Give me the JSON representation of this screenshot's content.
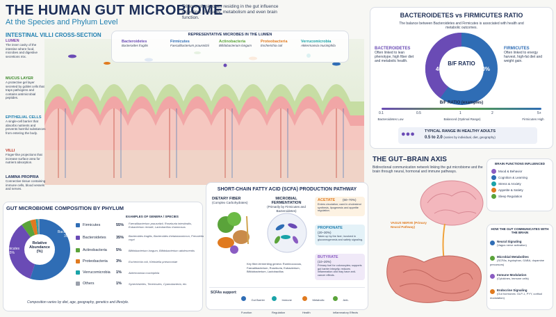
{
  "header": {
    "title": "THE HUMAN GUT MICROBIOME",
    "subtitle": "At the Species and Phylum Level",
    "intro": "Trillions of microbes residing in the gut influence digestion, immunity, metabolism and even brain function."
  },
  "villi": {
    "title": "INTESTINAL VILLI CROSS-SECTION",
    "labels": [
      {
        "name": "LUMEN",
        "desc": "The inner cavity of the intestine where food, microbes and digestive secretions mix."
      },
      {
        "name": "MUCUS LAYER",
        "desc": "A protective gel layer secreted by goblet cells that traps pathogens and contains antimicrobial peptides."
      },
      {
        "name": "EPITHELIAL CELLS",
        "desc": "A single-cell barrier that absorbs nutrients and prevents harmful substances from entering the body."
      },
      {
        "name": "VILLI",
        "desc": "Finger-like projections that increase surface area for nutrient absorption."
      },
      {
        "name": "LAMINA PROPRIA",
        "desc": "Connective tissue containing immune cells, blood vessels and nerves."
      }
    ]
  },
  "microbes": {
    "title": "REPRESENTATIVE MICROBES IN THE LUMEN",
    "items": [
      {
        "phylum": "Bacteroidetes",
        "species": "Bacteroides fragilis",
        "color": "#6a4bb5"
      },
      {
        "phylum": "Firmicutes",
        "species": "Faecalibacterium prausnitzii",
        "color": "#2f6db5"
      },
      {
        "phylum": "Actinobacteria",
        "species": "Bifidobacterium longum",
        "color": "#5aa33a"
      },
      {
        "phylum": "Proteobacteria",
        "species": "Escherichia coli",
        "color": "#e07a1f"
      },
      {
        "phylum": "Verrucomicrobia",
        "species": "Akkermansia muciniphila",
        "color": "#1aa3a8"
      }
    ]
  },
  "ratio": {
    "title": "BACTEROIDETES vs FIRMICUTES RATIO",
    "subtitle": "The balance between Bacteroidetes and Firmicutes is associated with health and metabolic outcomes.",
    "left_name": "BACTEROIDETES",
    "left_desc": "Often linked to lean phenotype, high fiber diet and metabolic health.",
    "right_name": "FIRMICUTES",
    "right_desc": "Often linked to energy harvest, high-fat diet and weight gain.",
    "center": "B/F RATIO",
    "left_pct": "40%",
    "right_pct": "60%",
    "scale_title": "B/F RATIO (examples)",
    "ticks": [
      "0.1",
      "0.5",
      "1",
      "2",
      "5+"
    ],
    "scale_left": "Bacteroidetes Low",
    "scale_mid": "Balanced (Optimal Range)",
    "scale_right": "Firmicutes High",
    "typical_title": "TYPICAL RANGE IN HEALTHY ADULTS",
    "typical_value": "0.5 to 2.0",
    "typical_note": "(varies by individual, diet, geography)"
  },
  "scfa": {
    "title": "SHORT-CHAIN FATTY ACID (SCFA) PRODUCTION PATHWAY",
    "fiber_title": "DIETARY FIBER",
    "fiber_sub": "(Complex Carbohydrates)",
    "ferm_title": "MICROBIAL FERMENTATION",
    "ferm_sub": "(Primarily by Firmicutes and Bacteroidetes)",
    "genera_note": "Key fiber-fermenting genera: Ruminococcus, Faecalibacterium, Roseburia, Eubacterium, Bifidobacterium, Lactobacillus",
    "acids": [
      {
        "name": "ACETATE",
        "pct": "(60–70%)",
        "desc": "Enters circulation; used in cholesterol synthesis, lipogenesis and appetite regulation.",
        "color": "#f0a23a"
      },
      {
        "name": "PROPIONATE",
        "pct": "(20–30%)",
        "desc": "Taken up by the liver; involved in gluconeogenesis and satiety signaling.",
        "color": "#3aa0c8"
      },
      {
        "name": "BUTYRATE",
        "pct": "(10–20%)",
        "desc": "Primary fuel for colonocytes; supports gut barrier integrity, reduces inflammation and may have anti-cancer effects.",
        "color": "#8a5cc2"
      }
    ],
    "support_label": "SCFAs support:",
    "supports": [
      "Gut Barrier Function",
      "Immune Regulation",
      "Metabolic Health",
      "Anti-inflammatory Effects"
    ]
  },
  "composition": {
    "title": "GUT MICROBIOME COMPOSITION BY PHYLUM",
    "center_label": "Relative Abundance (%)",
    "header": "EXAMPLES OF GENERA / SPECIES",
    "rows": [
      {
        "name": "Firmicutes",
        "pct": "55%",
        "ex": "Faecalibacterium prausnitzii, Roseburia intestinalis, Eubacterium rectale, Lactobacillus rhamnosus",
        "color": "#2f6db5"
      },
      {
        "name": "Bacteroidetes",
        "pct": "35%",
        "ex": "Bacteroides fragilis, Bacteroides thetaiotaomicron, Prevotella copri",
        "color": "#6a4bb5"
      },
      {
        "name": "Actinobacteria",
        "pct": "5%",
        "ex": "Bifidobacterium longum, Bifidobacterium adolescentis",
        "color": "#5aa33a"
      },
      {
        "name": "Proteobacteria",
        "pct": "3%",
        "ex": "Escherichia coli, Klebsiella pneumoniae",
        "color": "#e07a1f"
      },
      {
        "name": "Verrucomicrobia",
        "pct": "1%",
        "ex": "Akkermansia muciniphila",
        "color": "#1aa3a8"
      },
      {
        "name": "Others",
        "pct": "1%",
        "ex": "Synechistetes, Tenericutes, Cyanobacteria, etc.",
        "color": "#9aa0ab"
      }
    ],
    "pie_left": "Firmicutes 55%",
    "pie_right": "Bacteroidetes 35%",
    "footnote": "Composition varies by diet, age, geography, genetics and lifestyle."
  },
  "brain": {
    "title": "THE GUT–BRAIN AXIS",
    "desc": "Bidirectional communication network linking the gut microbiome and the brain through neural, hormonal and immune pathways.",
    "vagus": "VAGUS NERVE (Primary Neural Pathway)",
    "functions_title": "BRAIN FUNCTIONS INFLUENCED",
    "functions": [
      "Mood & Behavior",
      "Cognition & Learning",
      "Stress & Anxiety",
      "Appetite & Satiety",
      "Sleep Regulation"
    ],
    "comm_title": "HOW THE GUT COMMUNICATES WITH THE BRAIN",
    "comm": [
      {
        "name": "Neural Signaling",
        "sub": "(Vagus nerve activation)"
      },
      {
        "name": "Microbial Metabolites",
        "sub": "(SCFAs, tryptophan, GABA, dopamine precursors)"
      },
      {
        "name": "Immune Modulation",
        "sub": "(Cytokines, immune cells)"
      },
      {
        "name": "Endocrine Signaling",
        "sub": "(Gut hormones: GLP-1, PYY, cortisol modulation)"
      }
    ]
  },
  "colors": {
    "navy": "#1b2d57",
    "firmicutes": "#2f6db5",
    "bacteroidetes": "#6a4bb5"
  }
}
